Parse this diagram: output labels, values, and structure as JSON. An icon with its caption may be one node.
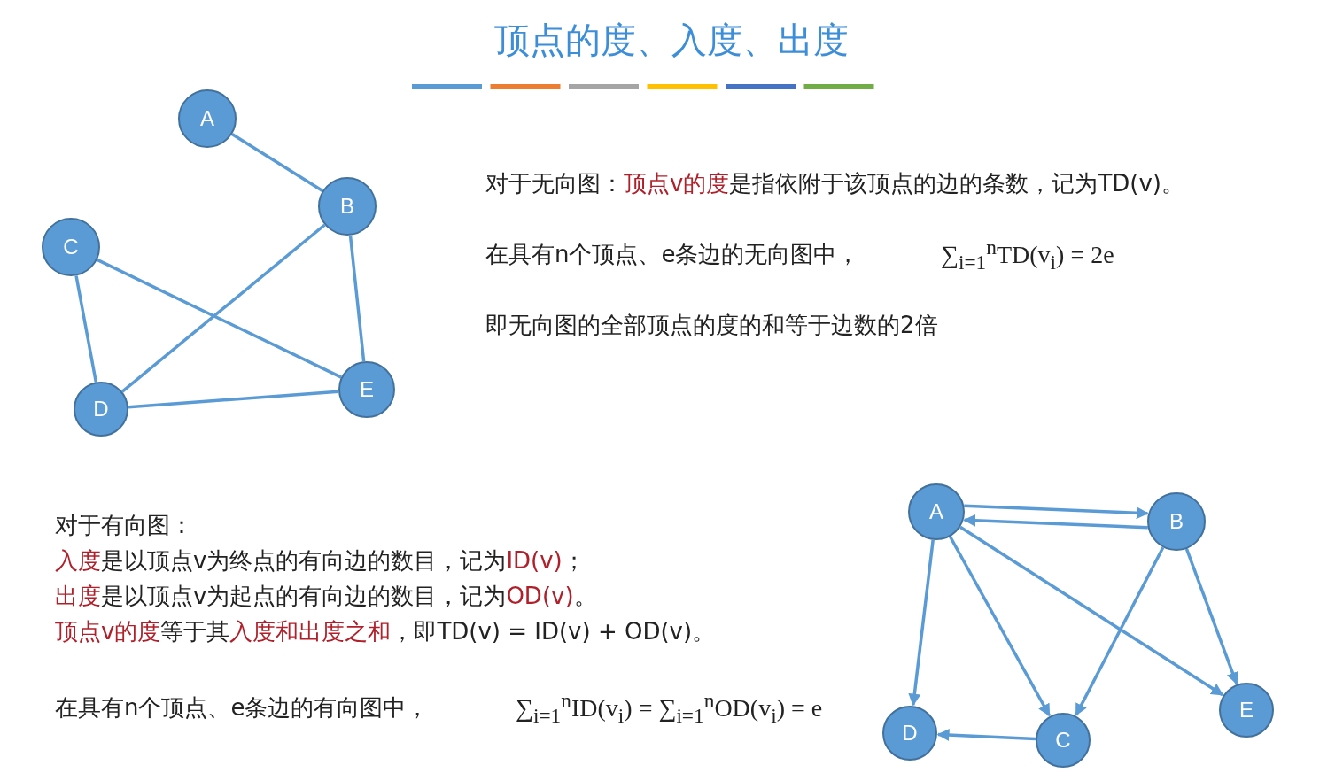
{
  "diagram": {
    "title": "顶点的度、入度、出度",
    "nodes": [
      {
        "text": [
          "A"
        ]
      },
      {
        "text": [
          "B"
        ]
      },
      {
        "text": [
          "C"
        ]
      },
      {
        "text": [
          "D"
        ]
      },
      {
        "text": [
          "E"
        ]
      },
      {
        "text": [
          "A"
        ]
      },
      {
        "text": [
          "B"
        ]
      },
      {
        "text": [
          "C"
        ]
      },
      {
        "text": [
          "D"
        ]
      },
      {
        "text": [
          "E"
        ]
      }
    ],
    "edges": [
      {
        "from": 0,
        "to": 1,
        "arrow": "none"
      },
      {
        "from": 1,
        "to": 4,
        "arrow": "none"
      },
      {
        "from": 1,
        "to": 3,
        "arrow": "none"
      },
      {
        "from": 2,
        "to": 4,
        "arrow": "none"
      },
      {
        "from": 2,
        "to": 3,
        "arrow": "none"
      },
      {
        "from": 3,
        "to": 4,
        "arrow": "none"
      },
      {
        "from": 5,
        "to": 6,
        "arrow": "to"
      },
      {
        "from": 6,
        "to": 5,
        "arrow": "to"
      },
      {
        "from": 5,
        "to": 8,
        "arrow": "to"
      },
      {
        "from": 5,
        "to": 7,
        "arrow": "to"
      },
      {
        "from": 5,
        "to": 9,
        "arrow": "to"
      },
      {
        "from": 6,
        "to": 7,
        "arrow": "to"
      },
      {
        "from": 6,
        "to": 9,
        "arrow": "to"
      },
      {
        "from": 7,
        "to": 8,
        "arrow": "to"
      }
    ],
    "labels": [
      "对于无向图：**顶点v的度**是指依附于该顶点的边的条数，记为TD(v)。",
      "在具有n个顶点、e条边的无向图中，",
      "∑$_{i=1}$$^{n}$TD(v$_{i}$) = 2e",
      "即无向图的全部顶点的度的和等于边数的2倍",
      "对于有向图：",
      "**入度**是以顶点v为终点的有向边的数目，记为**ID(v)**；",
      "**出度**是以顶点v为起点的有向边的数目，记为**OD(v)**。",
      "**顶点v的度**等于其**入度和出度之和**，即TD(v) = ID(v) + OD(v)。",
      "在具有n个顶点、e条边的有向图中，",
      "∑$_{i=1}$$^{n}$ID(v$_{i}$) = ∑$_{i=1}$$^{n}$OD(v$_{i}$) = e"
    ]
  }
}
